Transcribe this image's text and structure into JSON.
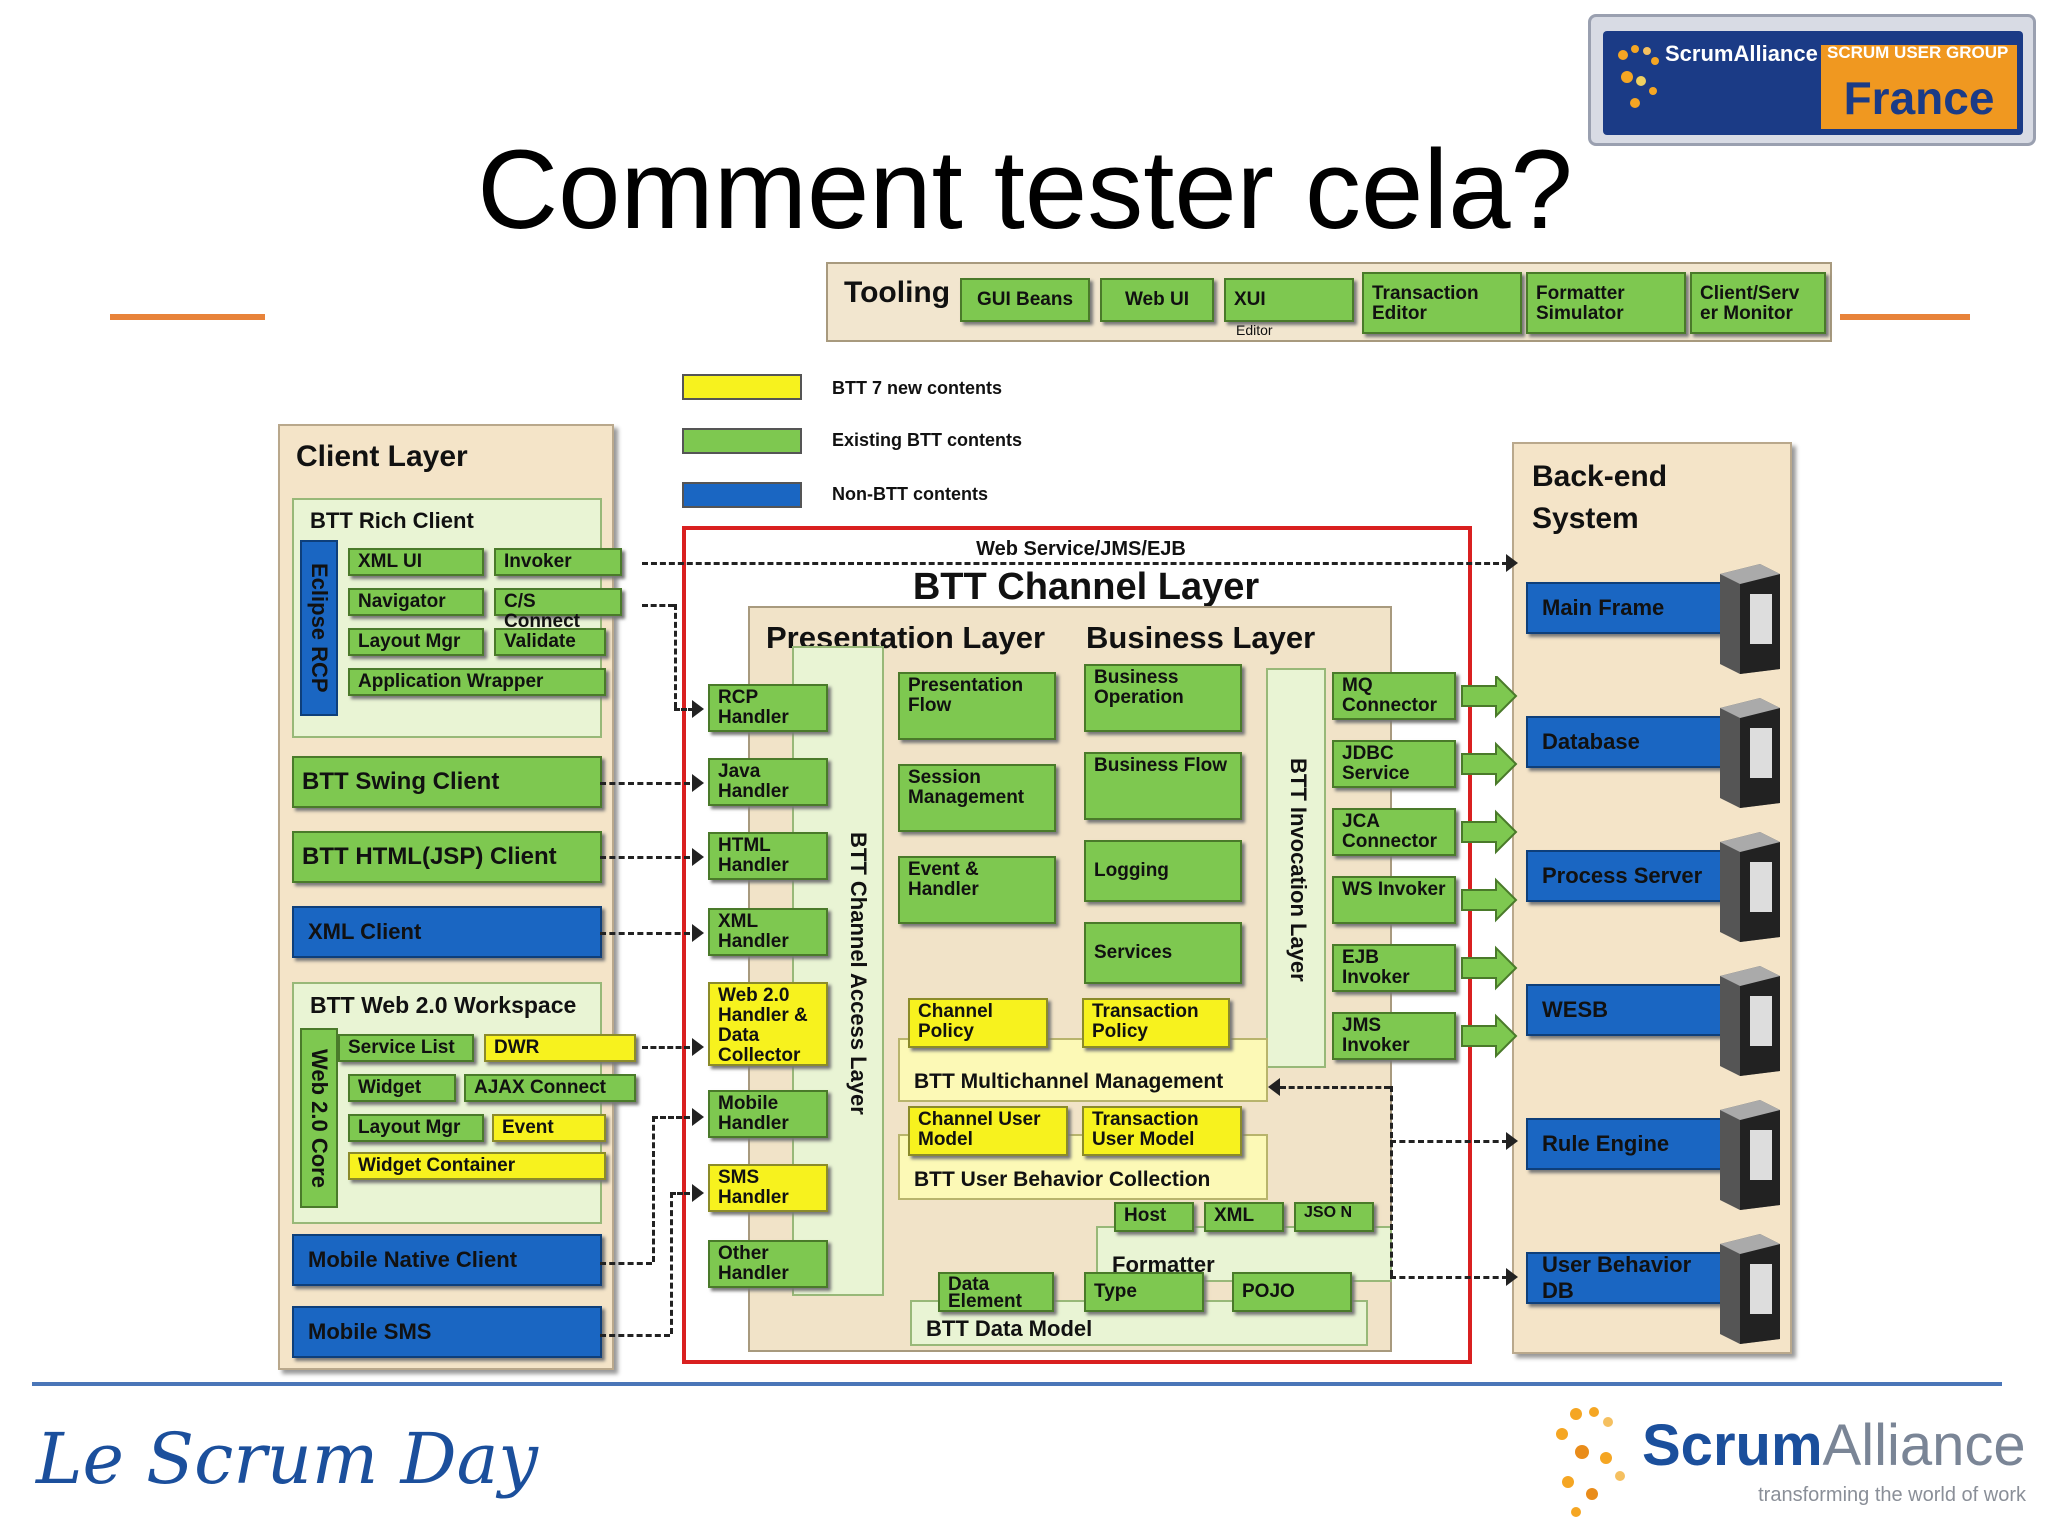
{
  "slide": {
    "title": "Comment tester cela?",
    "footer_left": "Le Scrum Day",
    "footer_brand": "ScrumAlliance",
    "footer_brand_part1": "Scrum",
    "footer_brand_part2": "Alliance",
    "footer_tagline": "transforming the world of work",
    "badge": {
      "brand": "ScrumAlliance",
      "group": "SCRUM USER GROUP",
      "country": "France"
    }
  },
  "colors": {
    "new": "#f7f21e",
    "existing": "#7ec850",
    "non_btt": "#1a66c2",
    "channel_border": "#d92020",
    "accent_line": "#e8833a"
  },
  "legend": [
    {
      "label": "BTT 7 new contents",
      "color": "#f7f21e"
    },
    {
      "label": "Existing BTT contents",
      "color": "#7ec850"
    },
    {
      "label": "Non-BTT contents",
      "color": "#1a66c2"
    }
  ],
  "tooling": {
    "label": "Tooling",
    "items": [
      "GUI Beans",
      "Web UI",
      "XUI",
      "Transaction Editor",
      "Formatter Simulator",
      "Client/Serv er Monitor"
    ],
    "xui_sub": "Editor"
  },
  "client_layer": {
    "title": "Client Layer",
    "rich_client": {
      "title": "BTT Rich Client",
      "vertical": "Eclipse RCP",
      "items": [
        "XML UI",
        "Invoker",
        "Navigator",
        "C/S Connect",
        "Layout Mgr",
        "Validate",
        "Application Wrapper"
      ]
    },
    "swing": "BTT Swing Client",
    "html": "BTT HTML(JSP) Client",
    "xml": "XML Client",
    "web20": {
      "title": "BTT Web 2.0 Workspace",
      "vertical": "Web 2.0 Core",
      "items": [
        "Service List",
        "DWR",
        "Widget",
        "AJAX Connect",
        "Layout Mgr",
        "Event",
        "Widget Container"
      ]
    },
    "mobile_native": "Mobile Native Client",
    "mobile_sms": "Mobile SMS"
  },
  "channel": {
    "top_label": "Web Service/JMS/EJB",
    "title": "BTT Channel  Layer",
    "presentation_title": "Presentation Layer",
    "business_title": "Business Layer",
    "access_layer": "BTT Channel Access Layer",
    "invocation_layer": "BTT Invocation Layer",
    "handlers": [
      "RCP Handler",
      "Java Handler",
      "HTML Handler",
      "XML Handler",
      "Web 2.0 Handler & Data Collector",
      "Mobile Handler",
      "SMS Handler",
      "Other Handler"
    ],
    "presentation": [
      "Presentation Flow",
      "Session Management",
      "Event & Handler"
    ],
    "business": [
      "Business Operation",
      "Business Flow",
      "Logging",
      "Services"
    ],
    "invokers": [
      "MQ Connector",
      "JDBC Service",
      "JCA Connector",
      "WS Invoker",
      "EJB Invoker",
      "JMS Invoker"
    ],
    "channel_policy": "Channel Policy",
    "transaction_policy": "Transaction Policy",
    "multichannel": "BTT Multichannel Management",
    "channel_user_model": "Channel User Model",
    "transaction_user_model": "Transaction User Model",
    "user_behavior": "BTT User Behavior Collection",
    "formatter": {
      "title": "Formatter",
      "items": [
        "Host",
        "XML",
        "JSO N"
      ]
    },
    "data_model": {
      "title": "BTT Data Model",
      "items": [
        "Data Element",
        "Type",
        "POJO"
      ]
    }
  },
  "backend": {
    "title": "Back-end System",
    "systems": [
      "Main Frame",
      "Database",
      "Process Server",
      "WESB",
      "Rule Engine",
      "User Behavior DB"
    ]
  }
}
